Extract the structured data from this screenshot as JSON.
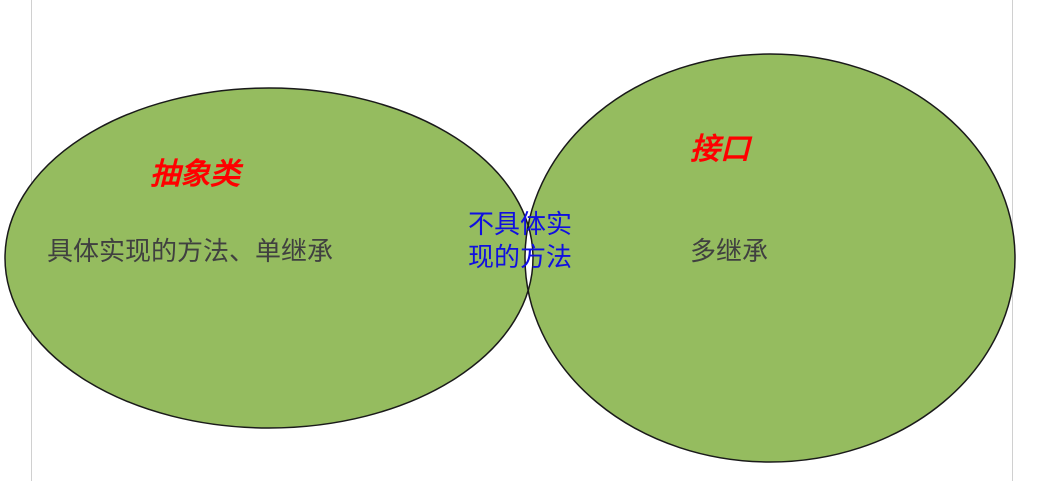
{
  "colors": {
    "circle_fill": "#95bc5f",
    "circle_stroke": "#1a1a1a",
    "overlap_fill": "#ffffff",
    "title_color": "#ff0000",
    "body_color": "#404040",
    "center_color": "#1010e0"
  },
  "left_set": {
    "title": "抽象类",
    "description": "具体实现的方法、单继承"
  },
  "right_set": {
    "title": "接口",
    "description": "多继承"
  },
  "intersection": {
    "line1": "不具体实",
    "line2": "现的方法"
  }
}
